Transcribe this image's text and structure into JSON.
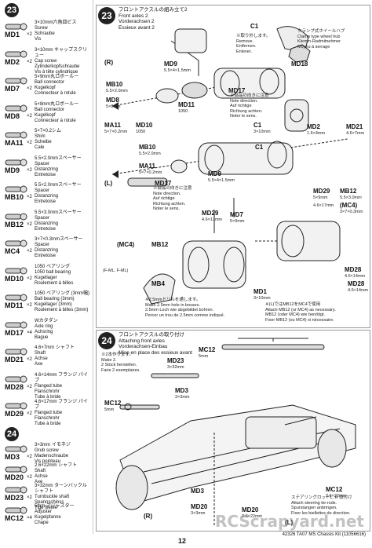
{
  "step23_sidebar": {
    "number": "23"
  },
  "parts23": [
    {
      "code": "MD1",
      "qty": "×2",
      "desc": "3×10mm六角皿ビス\nScrew\nSchraube\nVis"
    },
    {
      "code": "MD2",
      "qty": "×2",
      "desc": "3×10mm キャップスクリュー\nCap screw\nZylinderkopfschraube\nVis à tête cylindrique"
    },
    {
      "code": "MD7",
      "qty": "×2",
      "desc": "5×9mm丸ロボールー\nBall connector\nKugelkopf\nConnecteur à rotule"
    },
    {
      "code": "MD8",
      "qty": "×2",
      "desc": "5×8mm丸ロボールー\nBall connector\nKugelkopf\nConnecteur à rotule"
    },
    {
      "code": "MA11",
      "qty": "×2",
      "desc": "5×7×0.2シム\nShim\nScheibe\nCale"
    },
    {
      "code": "MD9",
      "qty": "×2",
      "desc": "5.5×2.0mmスペーサー\nSpacer\nDistanzring\nEntretoise"
    },
    {
      "code": "MB10",
      "qty": "×2",
      "desc": "5.5×2.0mmスペーサー\nSpacer\nDistanzring\nEntretoise"
    },
    {
      "code": "MB12",
      "qty": "×2",
      "desc": "5.5×3.0mmスペーサー\nSpacer\nDistanzring\nEntretoise"
    },
    {
      "code": "MC4",
      "qty": "×2",
      "desc": "3×7×0.3mmスペーサー\nSpacer\nDistanzring\nEntretoise"
    },
    {
      "code": "MD10",
      "qty": "×2",
      "desc": "1050 ベアリング\n1050 ball bearing\nKugellager\nRoulement à billes"
    },
    {
      "code": "MD11",
      "qty": "×2",
      "desc": "1050 ベアリング (3mm幅)\nBall bearing (3mm)\nKugellager (3mm)\nRoulement à billes (3mm)"
    },
    {
      "code": "MD17",
      "qty": "×4",
      "desc": "Wカタダン\nAxle ring\nAchsring\nBague"
    },
    {
      "code": "MD21",
      "qty": "×2",
      "desc": "4.6×7mm シャフト\nShaft\nAchse\nAxe"
    },
    {
      "code": "MD28",
      "qty": "×2",
      "desc": "4.6×14mm フランジ パイプ\nFlanged tube\nFlanschrohr\nTube à bride"
    },
    {
      "code": "MD29",
      "qty": "×2",
      "desc": "4.6×17mm フランジ パイプ\nFlanged tube\nFlanschrohr\nTube à bride"
    }
  ],
  "step24_sidebar": {
    "number": "24"
  },
  "parts24": [
    {
      "code": "MD3",
      "qty": "×2",
      "desc": "3×3mm イモネジ\nGrub screw\nMadenschraube\nVis pointeau"
    },
    {
      "code": "MD20",
      "qty": "×2",
      "desc": "2.6×22mm シャフト\nShaft\nAchse\nAxe"
    },
    {
      "code": "MD23",
      "qty": "×2",
      "desc": "3×32mm ターンバックルシャフト\nTurnbuckle shaft\nSpannschloss\nTige filetée"
    },
    {
      "code": "MC12",
      "qty": "×4",
      "desc": "5mm アジャスター\nAdjuster\nKugelpfanne\nChape"
    }
  ],
  "step23": {
    "number": "23",
    "title": "フロントアクスルの組み立て2\nFront axles 2\nVorderachsen 2\nEssieux avant 2",
    "labels": [
      {
        "text": "C1"
      },
      {
        "text": "(R)"
      },
      {
        "text": "MD9"
      },
      {
        "text": "MB10"
      },
      {
        "text": "MD8"
      },
      {
        "text": "MD11"
      },
      {
        "text": "MD17"
      },
      {
        "text": "MD18"
      },
      {
        "text": "MA11"
      },
      {
        "text": "MD10"
      },
      {
        "text": "C1"
      },
      {
        "text": "MD2"
      },
      {
        "text": "MD21"
      },
      {
        "text": "MB10"
      },
      {
        "text": "MA11"
      },
      {
        "text": "MD9"
      },
      {
        "text": "C1"
      },
      {
        "text": "(L)"
      },
      {
        "text": "MD17"
      },
      {
        "text": "MD29"
      },
      {
        "text": "MB12"
      },
      {
        "text": "MD7"
      },
      {
        "text": "MD29"
      },
      {
        "text": "(MC4)"
      },
      {
        "text": "(MC4)"
      },
      {
        "text": "MB12"
      },
      {
        "text": "MD28"
      },
      {
        "text": "MD1"
      },
      {
        "text": "MD28"
      },
      {
        "text": "MB4"
      }
    ],
    "subs": [
      "5.5×4×1.5mm",
      "5.5×2.0mm",
      "5×8mm",
      "1050",
      "5×7×0.2mm",
      "1050",
      "3×10mm",
      "1.6×4mm",
      "4.6×7mm",
      "5.5×2.0mm",
      "5×7×0.2mm",
      "5.5×4×1.5mm",
      "5×9mm",
      "4.6×17mm",
      "5.5×3.0mm",
      "3×7×0.3mm",
      "5×9mm",
      "4.6×17mm",
      "3×10mm",
      "4.6×14mm",
      "4.6×14mm"
    ],
    "clamp_note": "クランプ式ホイールハブ\nClamp type wheel hub\nKlemm-Radmitnehmer\nMoyeu à serrage",
    "remove_note": "※取り外します。\nRemove.\nEntfernen.\nEnlever.",
    "direction_note": "※部品の向きに注意\nNote direction.\nAuf richtige\nRichtung achten.\nNoter le sens.",
    "shim_note": "※2.5mmドリルを通します。\nMake 2.5mm hole in bosses.\n2.5mm Loch wie abgebildet bohren.\nPercer un trou de 2.5mm comme indiqué.",
    "mb12_note": "※(L)ではMB12をMC4で使用\nAttach MB12 (or MC4) as necessary.\nMB12 (oder MC4) wie benötigt.\nFixer MB12 (ou MC4) si nécessaire.",
    "fixed": "(F-ML, F-ML)"
  },
  "step24": {
    "number": "24",
    "title": "フロントアクスルの取り付け\nAttaching front axles\nVorderachsen-Einbau\nMise en place des essieux avant",
    "make_note": "※2本作ります。\nMake 2.\n2 Stück herstellen.\nFaire 2 exemplaires.",
    "labels": [
      {
        "text": "MD23"
      },
      {
        "text": "MC12"
      },
      {
        "text": "MC12"
      },
      {
        "text": "MD3"
      },
      {
        "text": "MC12"
      },
      {
        "text": "MD3"
      },
      {
        "text": "MD20"
      },
      {
        "text": "MD20"
      },
      {
        "text": "(R)"
      },
      {
        "text": "(L)"
      }
    ],
    "subs": [
      "3×32mm",
      "5mm",
      "5mm",
      "3×3mm",
      "2.6×22mm",
      "2.6×22mm",
      "3×3mm"
    ],
    "steer_note": "ステアリングロッドL, R 取付け\nAttach steering tie-rods.\nSpurstangen anbringen.\nFixer les biellettes de direction."
  },
  "footer": {
    "page": "12",
    "kit": "42326 TA07 MS Chassis Kit (11056616)",
    "watermark": "RCScrapyard.net"
  }
}
